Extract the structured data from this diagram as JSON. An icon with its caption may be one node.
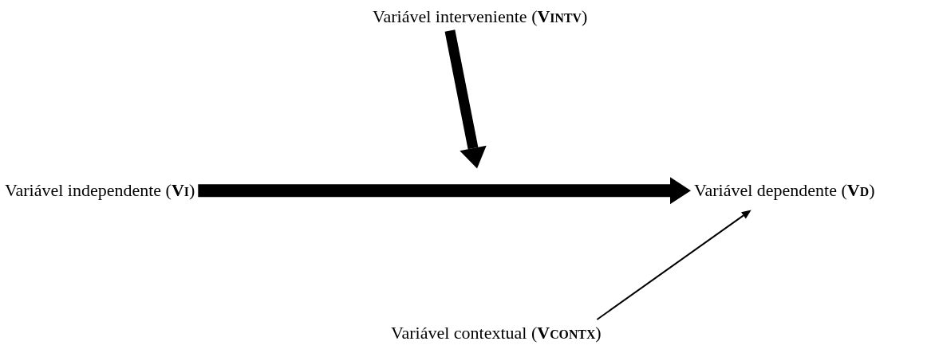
{
  "diagram": {
    "nodes": [
      {
        "text": [
          "Variável interveniente (**V**$_{INTV}$)"
        ]
      },
      {
        "text": [
          "Variável independente (**V**$_{I}$)"
        ]
      },
      {
        "text": [
          "Variável dependente (**V**$_{D}$)"
        ]
      },
      {
        "text": [
          "Variável contextual (**V**$_{CONTX}$)"
        ]
      }
    ],
    "edges": [
      {
        "from": 1,
        "to": 2,
        "arrow": "to"
      },
      {
        "from": 0,
        "to": null,
        "arrow": "to"
      },
      {
        "from": 3,
        "to": 2,
        "arrow": "to"
      }
    ]
  }
}
